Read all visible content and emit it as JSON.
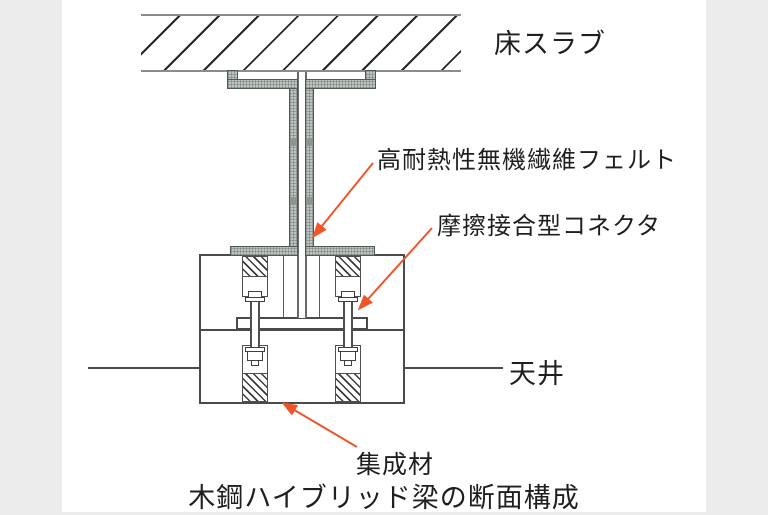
{
  "figure": {
    "caption": "木鋼ハイブリッド梁の断面構成",
    "labels": {
      "floor_slab": "床スラブ",
      "felt": "高耐熱性無機繊維フェルト",
      "connector": "摩擦接合型コネクタ",
      "ceiling": "天井",
      "glulam": "集成材"
    },
    "components": [
      {
        "name": "floor-slab",
        "label": "床スラブ",
        "depiction": "hatched concrete slab at top"
      },
      {
        "name": "heat-resistant-inorganic-fiber-felt",
        "label": "高耐熱性無機繊維フェルト",
        "depiction": "stippled grey layer wrapping the steel web"
      },
      {
        "name": "friction-joint-connector",
        "label": "摩擦接合型コネクタ",
        "depiction": "bolt assemblies through timber and bottom flange"
      },
      {
        "name": "ceiling",
        "label": "天井",
        "depiction": "horizontal ceiling line left and right of beam"
      },
      {
        "name": "glued-laminated-timber",
        "label": "集成材",
        "depiction": "white timber blocks enclosing the bottom flange"
      }
    ],
    "colors": {
      "leader_arrow": "#f0552a",
      "felt_fill": "#bdc3be",
      "line": "#4a4a4a",
      "background": "#ececec",
      "panel": "#ffffff"
    }
  }
}
